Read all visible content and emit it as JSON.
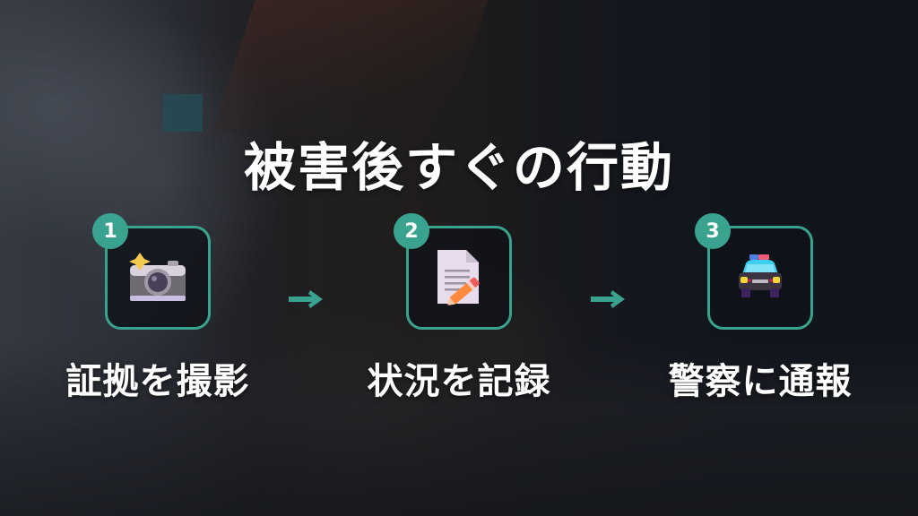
{
  "slide": {
    "title": "被害後すぐの行動",
    "accent_color": "#3aa38f",
    "steps": [
      {
        "number": "1",
        "icon": "camera-with-flash-icon",
        "label": "証拠を撮影"
      },
      {
        "number": "2",
        "icon": "document-with-pencil-icon",
        "label": "状況を記録"
      },
      {
        "number": "3",
        "icon": "police-car-icon",
        "label": "警察に通報"
      }
    ],
    "connector_icon": "right-arrow-icon"
  }
}
